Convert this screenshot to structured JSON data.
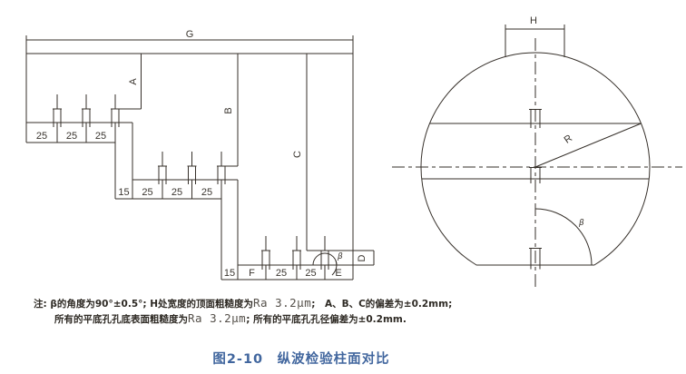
{
  "colors": {
    "ink": "#352f29",
    "caption": "#41669e"
  },
  "left_figure": {
    "width_label": "G",
    "depth_label_a": "A",
    "depth_label_b": "B",
    "depth_label_c": "C",
    "side_label_d": "D",
    "angle_label": "β",
    "dim_row_1": [
      "25",
      "25",
      "25"
    ],
    "dim_row_2": [
      "15",
      "25",
      "25",
      "25"
    ],
    "dim_row_3": [
      "15",
      "F",
      "25",
      "25",
      "E"
    ]
  },
  "right_figure": {
    "width_label": "H",
    "radius_label": "R",
    "angle_label": "β"
  },
  "notes": {
    "prefix": "注: ",
    "l1a": "β的角度为90°±0.5°; H处宽度的顶面粗糙度为",
    "l1_ra": "Ra 3.2μm",
    "l1b": ";　A、B、C的偏差为±0.2mm;",
    "l2a": "所有的平底孔孔底表面粗糙度为",
    "l2_ra": "Ra 3.2μm",
    "l2b": "; 所有的平底孔孔径偏差为±0.2mm."
  },
  "caption": {
    "text": "图2-10　纵波检验柱面对比"
  }
}
